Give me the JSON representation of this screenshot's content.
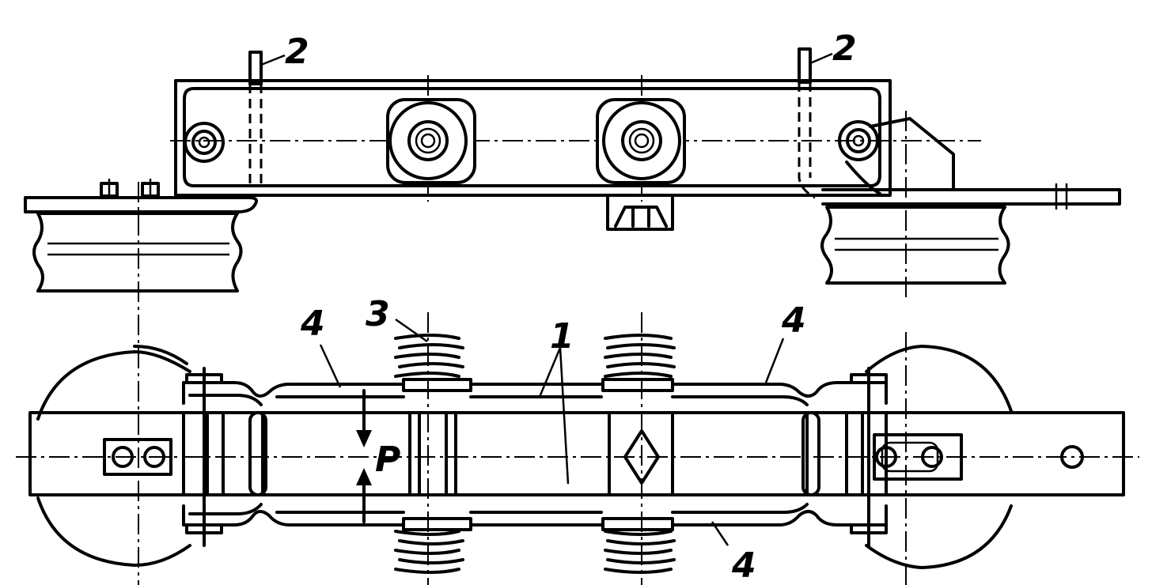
{
  "labels": {
    "pin_left": "2",
    "pin_right": "2",
    "spring": "3",
    "side_plate_upper_left": "4",
    "side_plate_upper_right": "4",
    "side_plate_lower": "4",
    "main_bar": "1",
    "force": "P"
  },
  "colors": {
    "ink": "#000000",
    "paper": "#ffffff"
  }
}
